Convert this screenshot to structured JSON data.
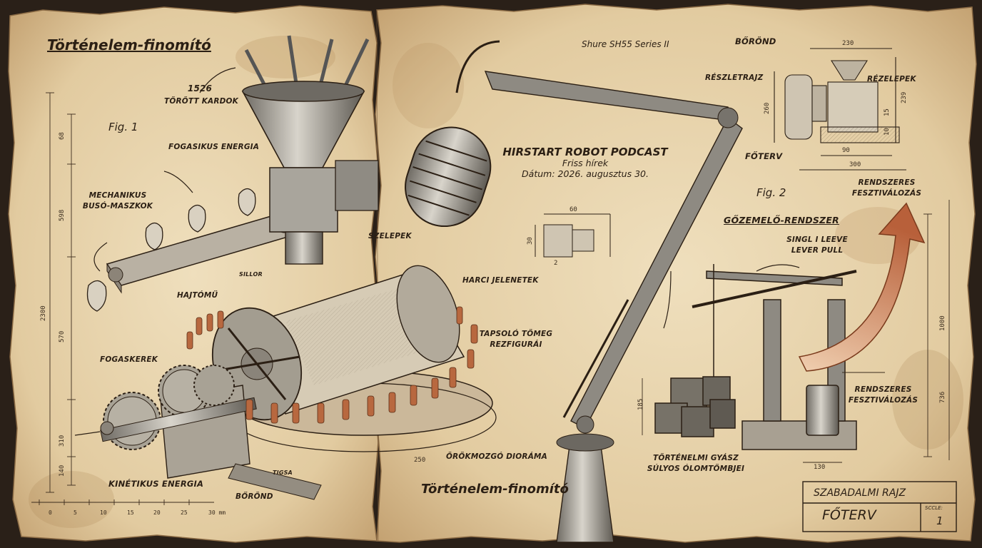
{
  "title_top": "Történelem-finomító",
  "title_bottom": "Történelem-finomító",
  "fig1": "Fig. 1",
  "fig2": "Fig. 2",
  "podcast": {
    "title": "HIRSTART ROBOT PODCAST",
    "subtitle": "Friss hírek",
    "date": "Dátum: 2026. augusztus 30."
  },
  "microphone_label": "Shure SH55 Series II",
  "labels": {
    "swords_year": "1526",
    "swords": "TÖRÖTT KARDOK",
    "fogasikus": "FOGASIKUS ENERGIA",
    "masks_1": "MECHANIKUS",
    "masks_2": "BUSÓ-MASZKOK",
    "valves": "SZELEPEK",
    "sillor": "SILLOR",
    "battle": "HARCI JELENETEK",
    "drive": "HAJTÓMŰ",
    "crowd_1": "TAPSOLÓ TÖMEG",
    "crowd_2": "REZFIGURÁI",
    "gears": "FOGASKEREK",
    "diorama": "ÖRÖKMOZGÓ DIORÁMA",
    "kinetic": "KINÉTIKUS ENERGIA",
    "suitcase_bottom": "BŐRÖND",
    "base_plate": "TIGSA",
    "suitcase_top": "BŐRÖND",
    "detail": "RÉSZLETRAJZ",
    "copper": "RÉZELEPEK",
    "main_plan": "FŐTERV",
    "festival_top_1": "RENDSZERES",
    "festival_top_2": "FESZTIVÁLOZÁS",
    "steam": "GŐZEMELŐ-RENDSZER",
    "lever_1": "SINGL I LEEVE",
    "lever_2": "LEVER PULL",
    "festival_right_1": "RENDSZERES",
    "festival_right_2": "FESZTIVÁLOZÁS",
    "grief_1": "TÖRTÉNELMI GYÁSZ",
    "grief_2": "SÚLYOS ÓLOMTÖMBJEI"
  },
  "title_block": {
    "patent": "SZABADALMI RAJZ",
    "plan": "FŐTERV",
    "scale_label": "SCCLE:",
    "scale_value": "1"
  },
  "dimensions": {
    "left_top": "68",
    "left_mid": "598",
    "left_total": "2300",
    "left_low": "570",
    "left_b1": "310",
    "left_b2": "140",
    "diorama_width": "250",
    "detail_width": "60",
    "detail_height": "30",
    "detail_small": "2",
    "top_width": "230",
    "top_height": "239",
    "top_left_height": "260",
    "top_inner": "15",
    "top_inner2": "10",
    "top_base": "90",
    "top_base2": "300",
    "right_total": "1000",
    "right_low": "736",
    "engine_width": "130",
    "blocks_height": "185"
  },
  "scale_bar": {
    "ticks": [
      "0",
      "5",
      "10",
      "15",
      "20",
      "25",
      "30 mm"
    ]
  },
  "colors": {
    "paper": "#e8d6b2",
    "paper_dark": "#c9a979",
    "ink": "#2b1f14",
    "steel": "#9a968e",
    "copper": "#b8683f"
  }
}
